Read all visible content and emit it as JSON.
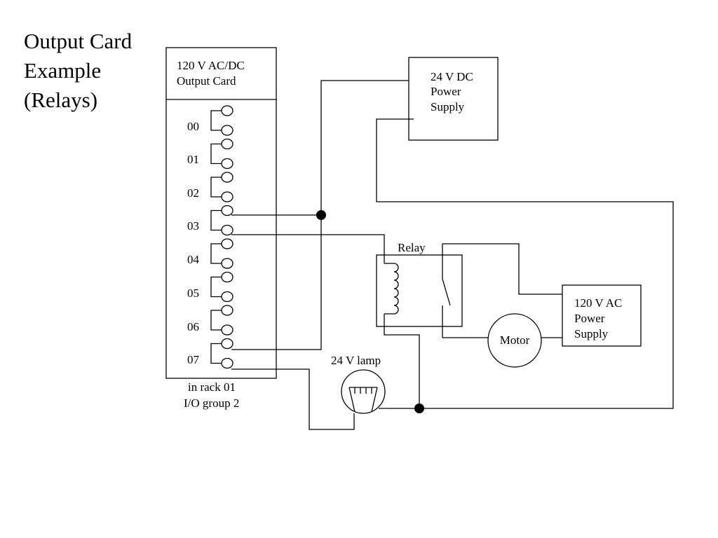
{
  "title": {
    "lines": [
      "Output Card",
      "Example",
      "(Relays)"
    ]
  },
  "output_card": {
    "header": [
      "120 V AC/DC",
      "Output Card"
    ],
    "channels": [
      "00",
      "01",
      "02",
      "03",
      "04",
      "05",
      "06",
      "07"
    ],
    "footer": [
      "in rack 01",
      "I/O group 2"
    ]
  },
  "dc_supply": {
    "lines": [
      "24 V DC",
      "Power",
      "Supply"
    ]
  },
  "ac_supply": {
    "lines": [
      "120 V AC",
      "Power",
      "Supply"
    ]
  },
  "relay": {
    "label": "Relay"
  },
  "motor": {
    "label": "Motor"
  },
  "lamp": {
    "label": "24 V lamp"
  }
}
